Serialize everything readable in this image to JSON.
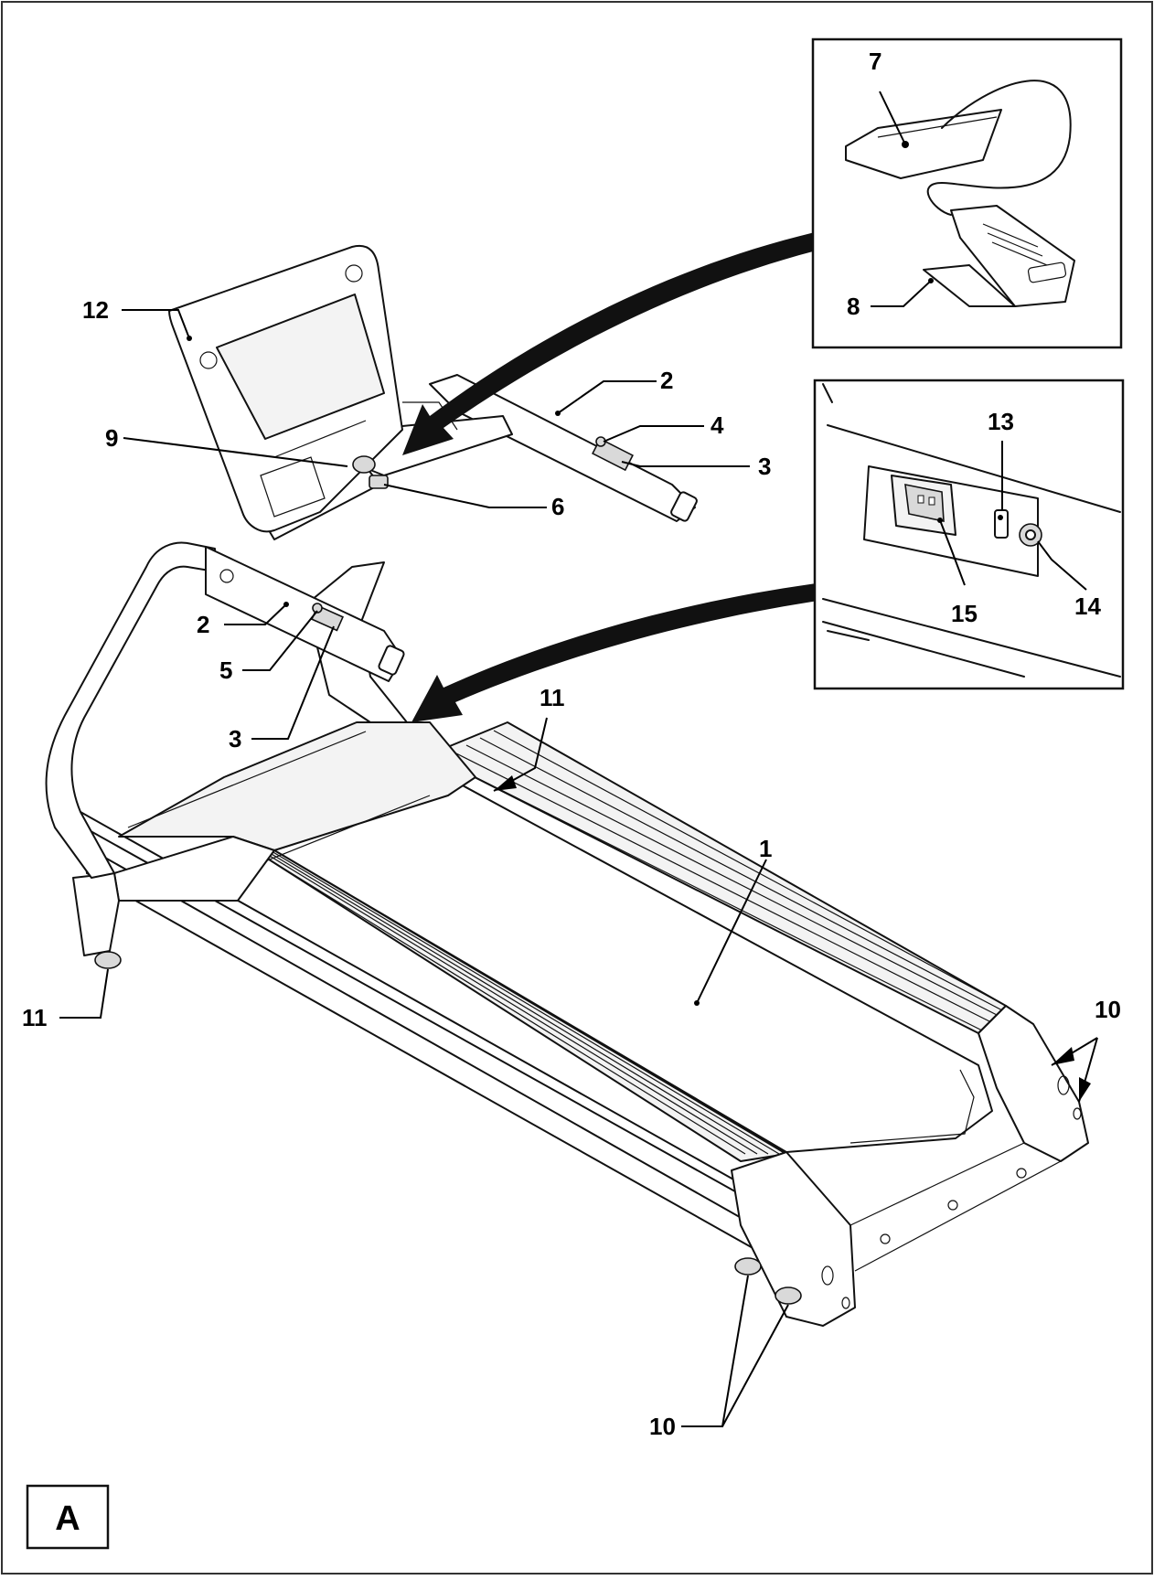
{
  "figure": {
    "panel_letter": "A"
  },
  "callouts": [
    {
      "id": "label-1",
      "text": "1"
    },
    {
      "id": "label-2-top",
      "text": "2"
    },
    {
      "id": "label-2-left",
      "text": "2"
    },
    {
      "id": "label-3-top",
      "text": "3"
    },
    {
      "id": "label-3-left",
      "text": "3"
    },
    {
      "id": "label-4",
      "text": "4"
    },
    {
      "id": "label-5",
      "text": "5"
    },
    {
      "id": "label-6",
      "text": "6"
    },
    {
      "id": "label-7",
      "text": "7"
    },
    {
      "id": "label-8",
      "text": "8"
    },
    {
      "id": "label-9",
      "text": "9"
    },
    {
      "id": "label-10-right",
      "text": "10"
    },
    {
      "id": "label-10-bottom",
      "text": "10"
    },
    {
      "id": "label-11-top",
      "text": "11"
    },
    {
      "id": "label-11-left",
      "text": "11"
    },
    {
      "id": "label-12",
      "text": "12"
    },
    {
      "id": "label-13",
      "text": "13"
    },
    {
      "id": "label-14",
      "text": "14"
    },
    {
      "id": "label-15",
      "text": "15"
    }
  ],
  "colors": {
    "line": "#111111",
    "background": "#ffffff",
    "shade": "#f3f3f3"
  }
}
